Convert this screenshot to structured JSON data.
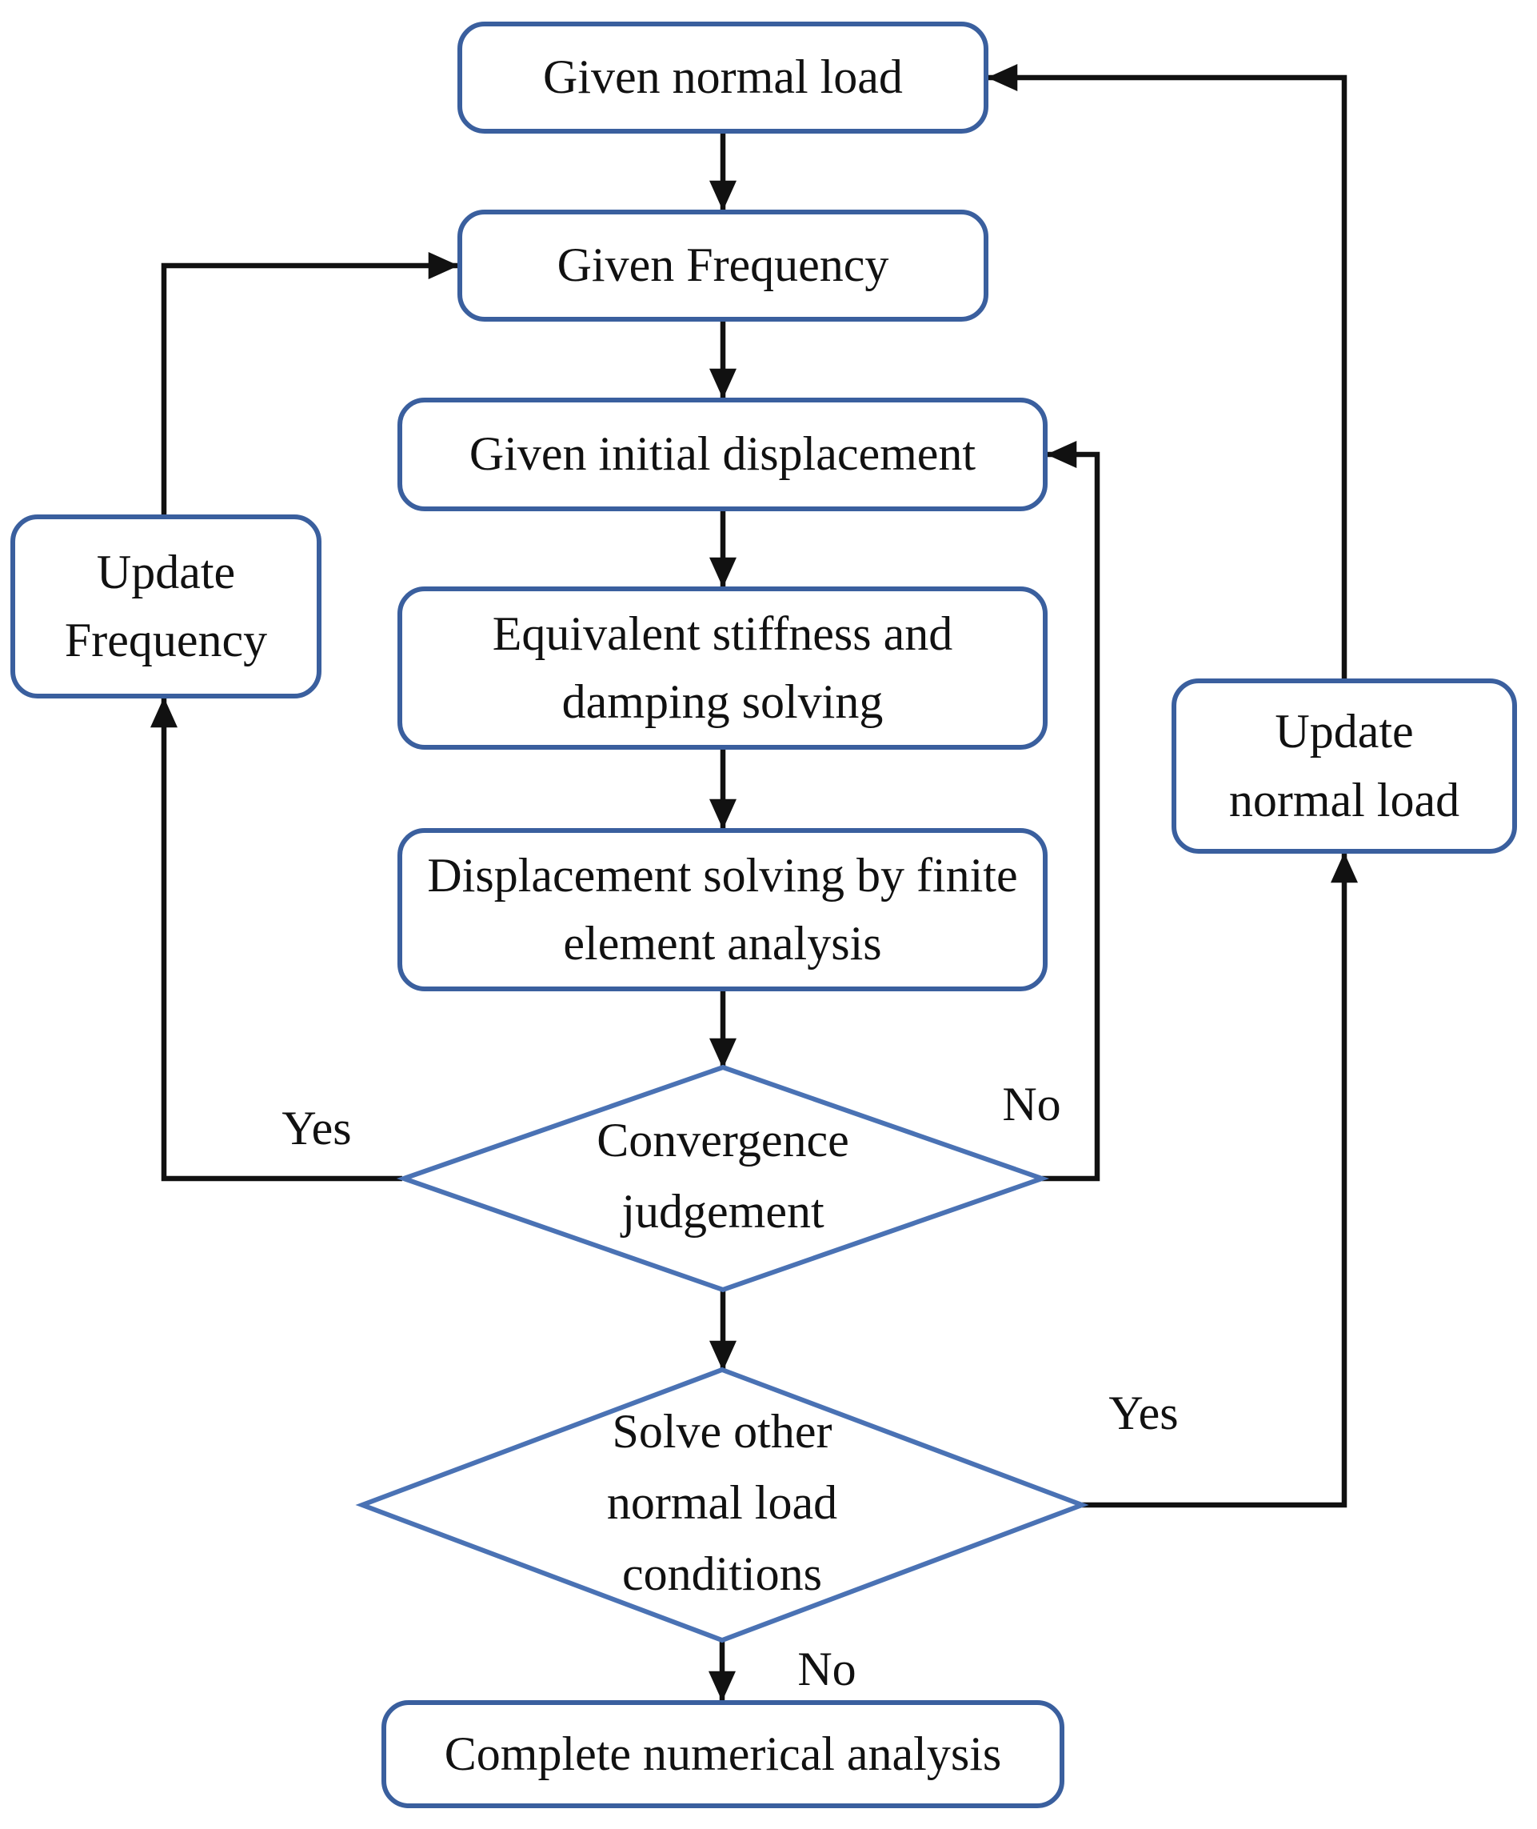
{
  "nodes": {
    "given_normal_load": {
      "label": "Given normal load"
    },
    "given_frequency": {
      "label": "Given Frequency"
    },
    "given_initial_displacement": {
      "label": "Given initial displacement"
    },
    "equivalent_stiffness_damping": {
      "label": "Equivalent stiffness and damping solving"
    },
    "displacement_solving_fea": {
      "label": "Displacement solving by finite element analysis"
    },
    "convergence_judgement": {
      "label": "Convergence judgement"
    },
    "solve_other_normal_load": {
      "label": "Solve other normal load conditions"
    },
    "update_frequency": {
      "label": "Update Frequency"
    },
    "update_normal_load": {
      "label": "Update normal load"
    },
    "complete_numerical_analysis": {
      "label": "Complete numerical analysis"
    }
  },
  "edge_labels": {
    "convergence_yes": "Yes",
    "convergence_no": "No",
    "solve_other_yes": "Yes",
    "solve_other_no": "No"
  },
  "colors": {
    "node_border": "#3a5f9e",
    "diamond_border": "#4a72b4",
    "arrow": "#111111",
    "text": "#111111",
    "background": "#ffffff"
  }
}
